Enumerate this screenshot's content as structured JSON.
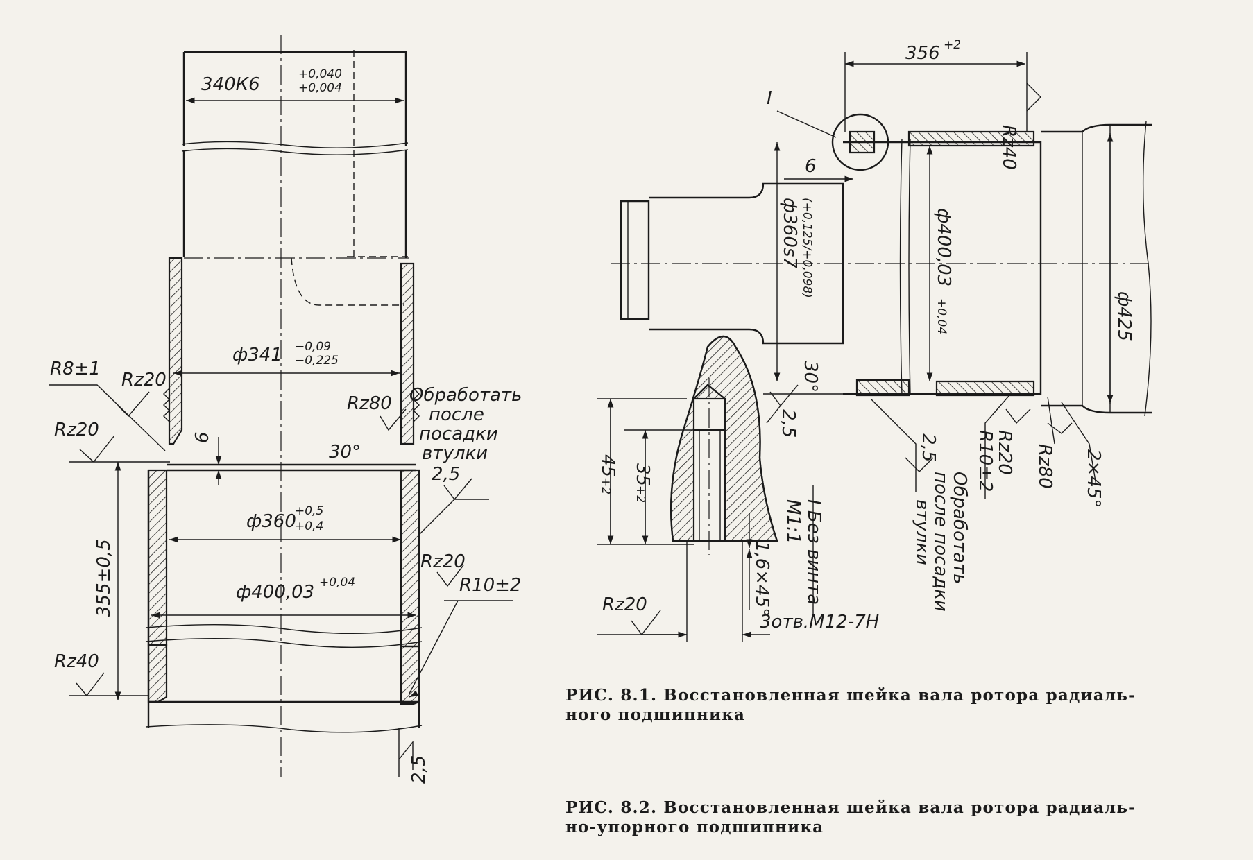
{
  "fig1": {
    "dim_340": "340К6",
    "dim_340_upper": "+0,040",
    "dim_340_lower": "+0,004",
    "dim_341": "ф341",
    "dim_341_upper": "−0,09",
    "dim_341_lower": "−0,225",
    "r8": "R8±1",
    "rz20_a": "Rz20",
    "rz20_b": "Rz20",
    "rz80": "Rz80",
    "angle": "30°",
    "note": [
      "Обработать",
      "после",
      "посадки",
      "втулки"
    ],
    "six": "6",
    "rough25_a": "2,5",
    "dim_360": "ф360",
    "dim_360_upper": "+0,5",
    "dim_360_lower": "+0,4",
    "dim_400": "ф400,03",
    "dim_400_tol": "+0,04",
    "dim_355": "355±0,5",
    "rz20_c": "Rz20",
    "r10": "R10±2",
    "rz40": "Rz40",
    "rough25_b": "2,5"
  },
  "fig2": {
    "dim_356": "356",
    "dim_356_tol": "+2",
    "rz40": "Rz40",
    "view_mark": "I",
    "six": "6",
    "dim_360s": "ф360s7",
    "dim_360s_tol": "(+0,125/+0,098)",
    "dim_400": "ф400,03",
    "dim_400_tol": "+0,04",
    "dim_425": "ф425",
    "angle": "30°",
    "rough_25a": "2,5",
    "rough_25b": "2,5",
    "note": [
      "Обработать",
      "после посадки",
      "втулки"
    ],
    "r10": "R10±2",
    "rz20": "Rz20",
    "rz80": "Rz80",
    "chamfer": "2×45°"
  },
  "detail": {
    "dim_45": "45",
    "dim_45_tol": "+2",
    "dim_35": "35",
    "dim_35_tol": "+2",
    "title": "I Без винта",
    "scale": "М1:1",
    "chamfer": "1,6×45°",
    "rz20": "Rz20",
    "holes": "3отв.М12-7Н"
  },
  "captions": {
    "fig1_line1": "РИС. 8.1. Восстановленная шейка вала ротора радиаль-",
    "fig1_line2": "ного подшипника",
    "fig2_line1": "РИС. 8.2. Восстановленная шейка вала ротора радиаль-",
    "fig2_line2": "но-упорного подшипника"
  }
}
